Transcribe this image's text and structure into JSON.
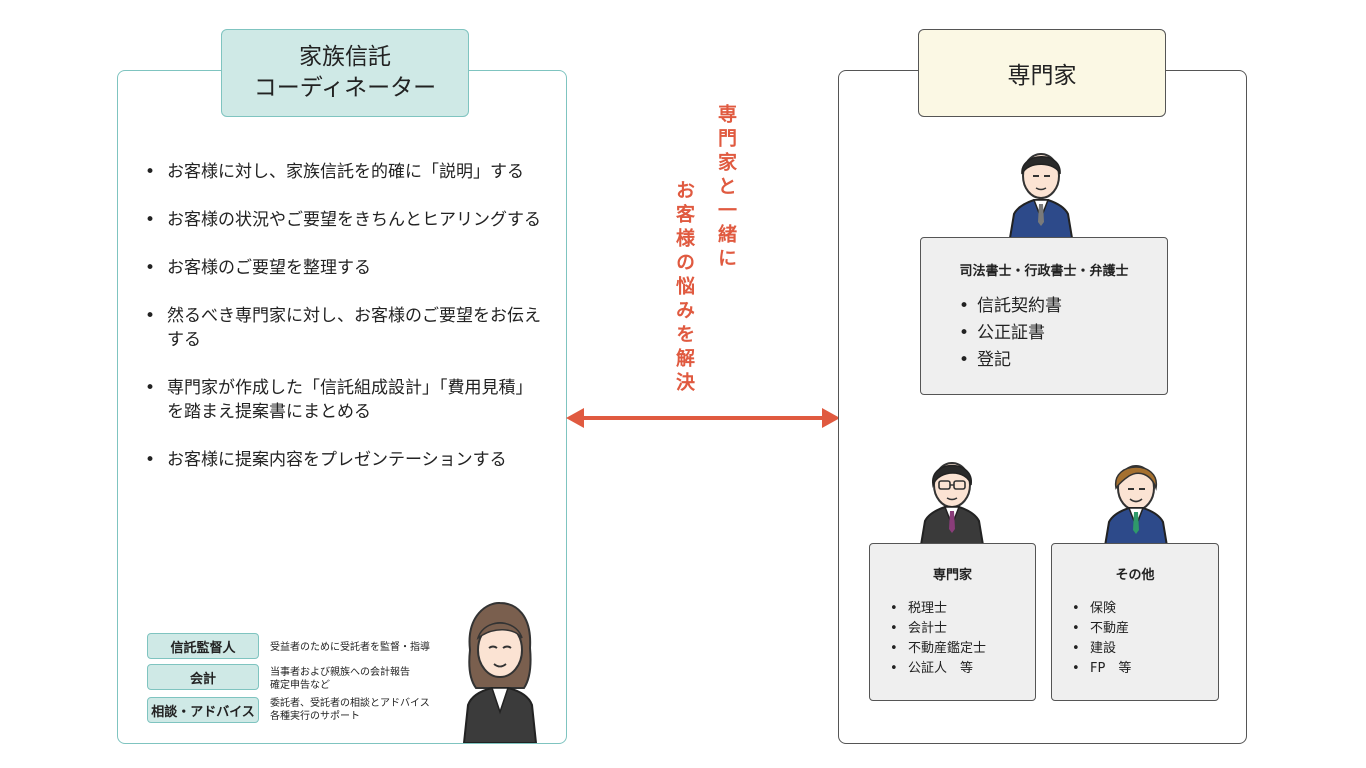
{
  "coordinator": {
    "title_line1": "家族信託",
    "title_line2": "コーディネーター",
    "duties": [
      "お客様に対し、家族信託を的確に「説明」する",
      "お客様の状況やご要望をきちんとヒアリングする",
      "お客様のご要望を整理する",
      "然るべき専門家に対し、お客様のご要望をお伝えする",
      "専門家が作成した「信託組成設計」「費用見積」を踏まえ提案書にまとめる",
      "お客様に提案内容をプレゼンテーションする"
    ],
    "roles": [
      {
        "tag": "信託監督人",
        "desc_line1": "受益者のために受託者を監督・指導",
        "desc_line2": ""
      },
      {
        "tag": "会計",
        "desc_line1": "当事者および親族への会計報告",
        "desc_line2": "確定申告など"
      },
      {
        "tag": "相談・アドバイス",
        "desc_line1": "委託者、受託者の相談とアドバイス",
        "desc_line2": "各種実行のサポート"
      }
    ]
  },
  "center": {
    "line1": "専門家と一緒に",
    "line2": "お客様の悩みを解決",
    "arrow_color": "#e05a40"
  },
  "experts": {
    "title": "専門家",
    "legal": {
      "title": "司法書士・行政書士・弁護士",
      "items": [
        "信託契約書",
        "公正証書",
        "登記"
      ]
    },
    "specialist": {
      "title": "専門家",
      "items": [
        "税理士",
        "会計士",
        "不動産鑑定士",
        "公証人　等"
      ]
    },
    "other": {
      "title": "その他",
      "items": [
        "保険",
        "不動産",
        "建設",
        "FP　等"
      ]
    }
  },
  "colors": {
    "teal_fill": "#cfe9e6",
    "teal_border": "#7fc4c0",
    "cream_fill": "#fbf8e4",
    "box_fill": "#efefef",
    "accent_red": "#e05a40"
  }
}
